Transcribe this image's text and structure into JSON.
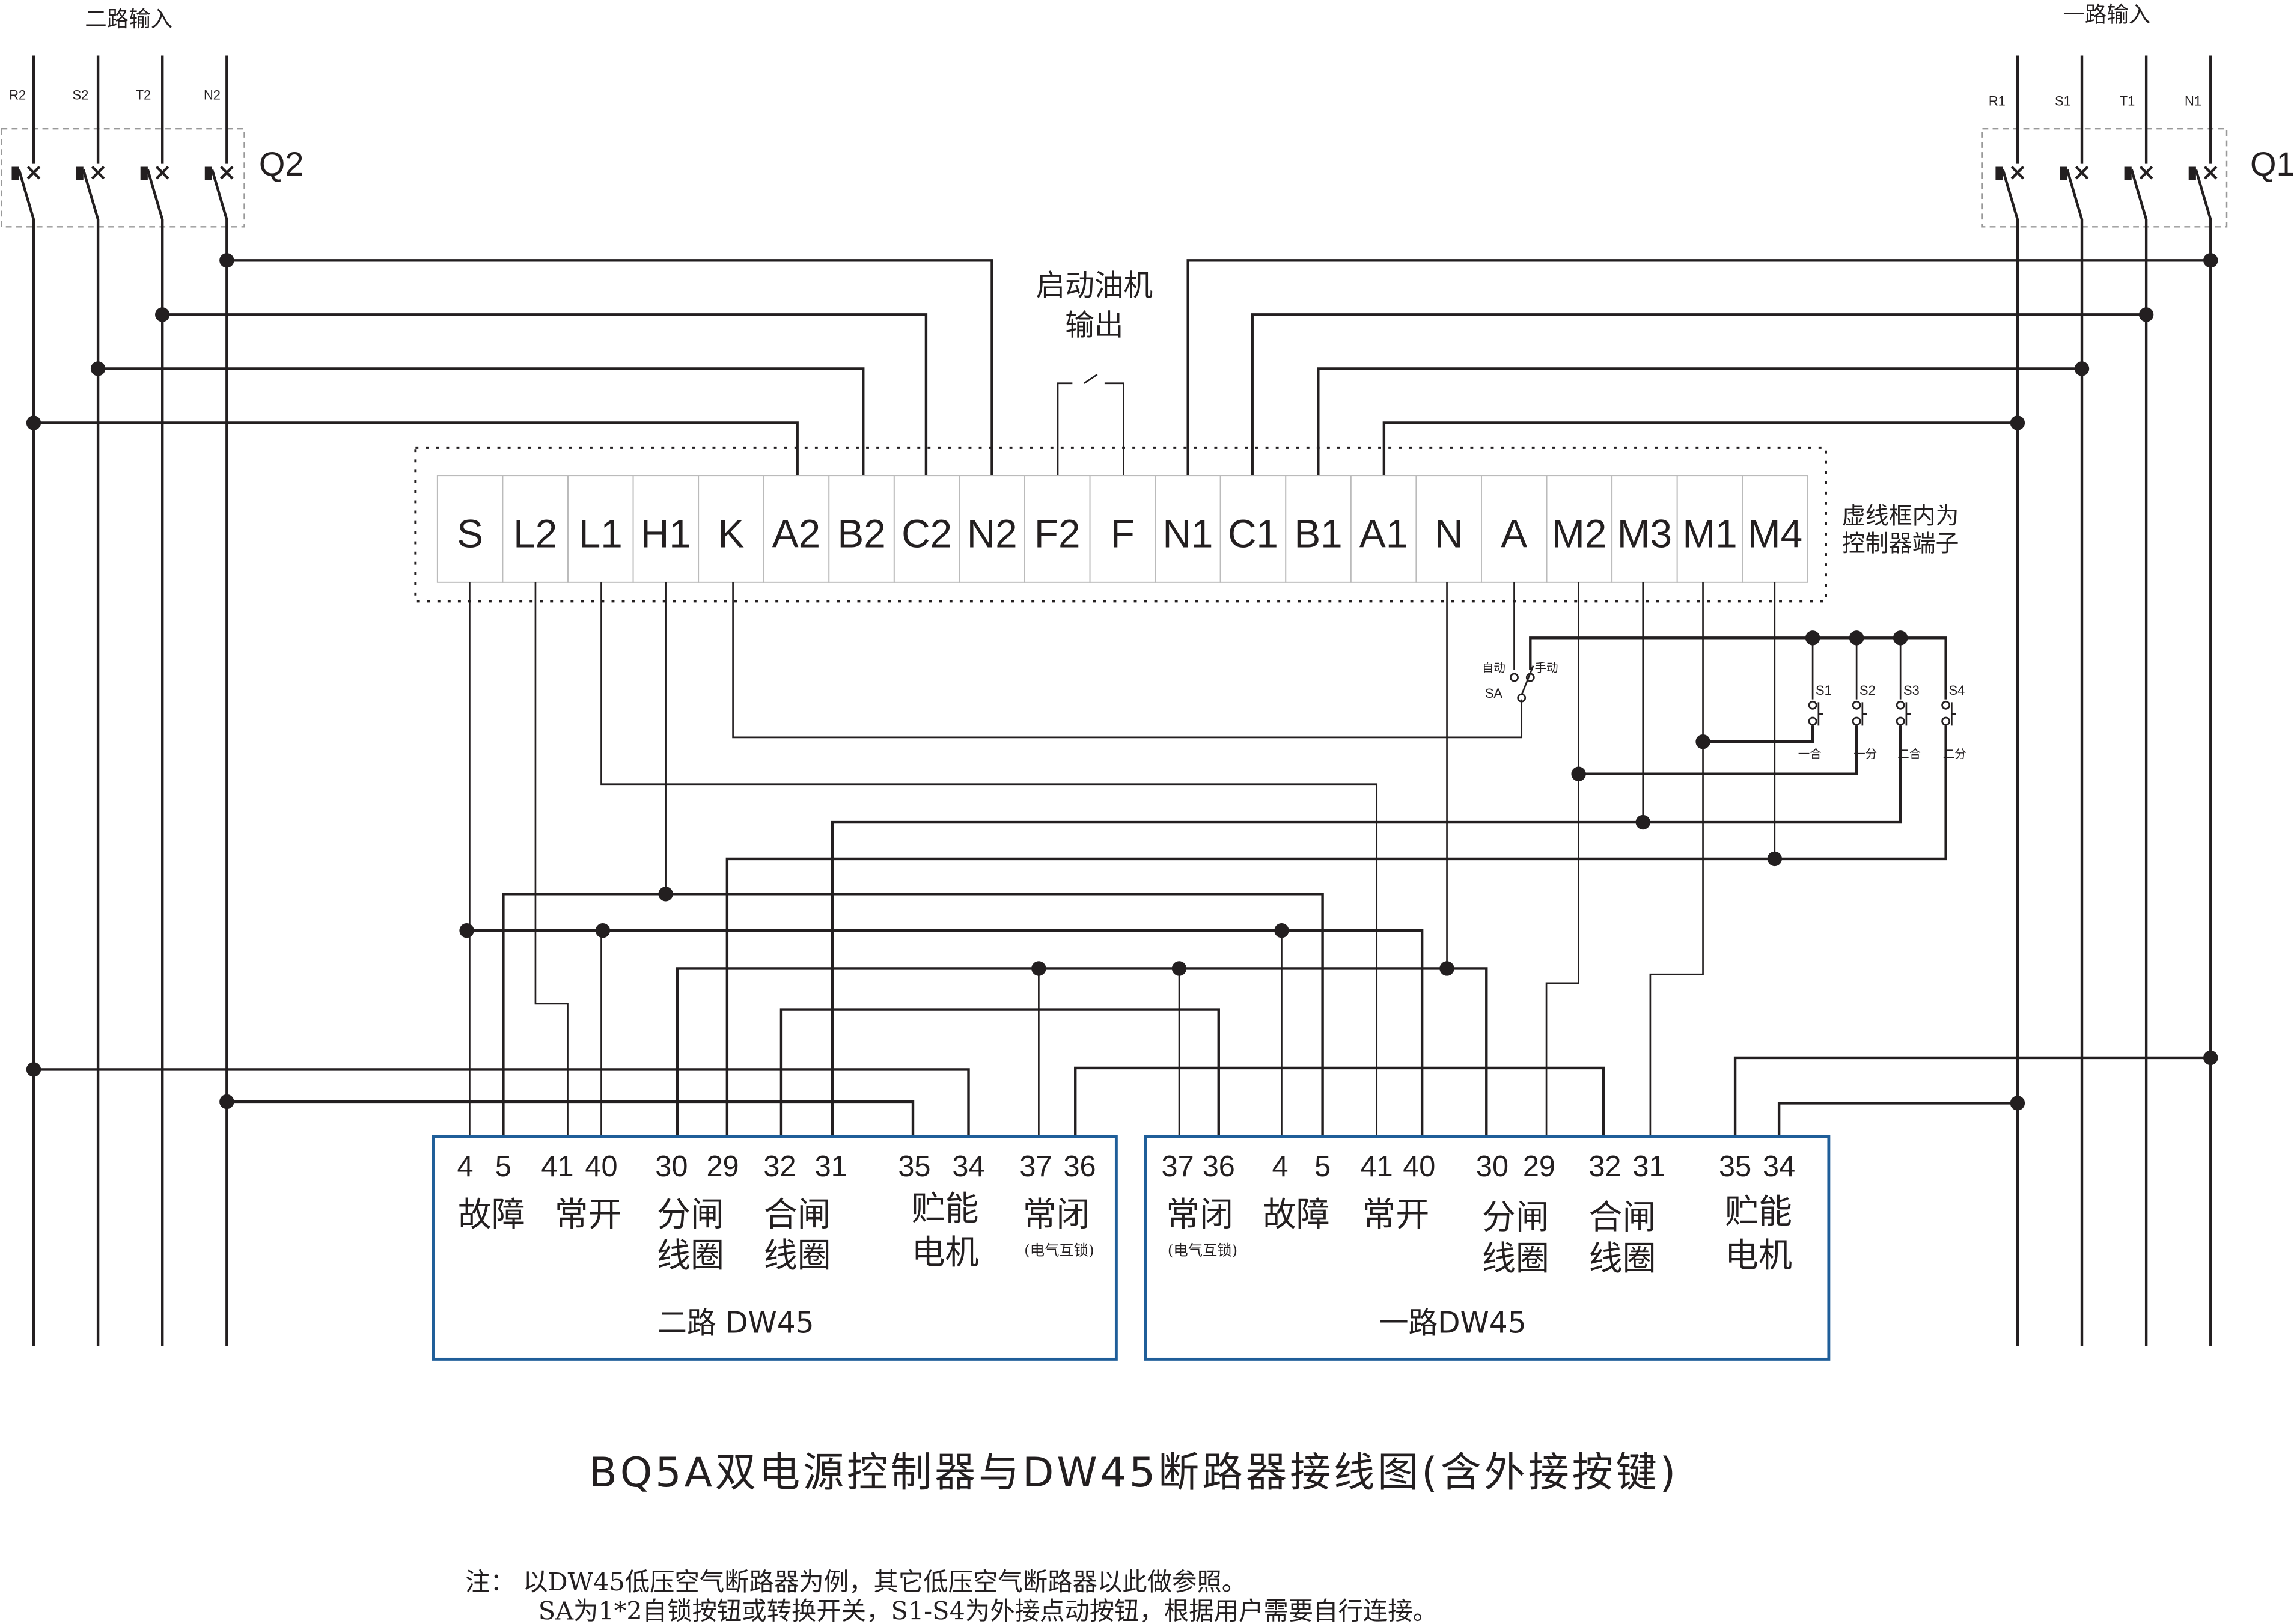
{
  "inputs": {
    "left_title": "二路输入",
    "right_title": "一路输入",
    "left_phases": [
      "R2",
      "S2",
      "T2",
      "N2"
    ],
    "right_phases": [
      "R1",
      "S1",
      "T1",
      "N1"
    ],
    "left_breaker": "Q2",
    "right_breaker": "Q1"
  },
  "generator": {
    "line1": "启动油机",
    "line2": "输出"
  },
  "terminals": {
    "labels": [
      "S",
      "L2",
      "L1",
      "H1",
      "K",
      "A2",
      "B2",
      "C2",
      "N2",
      "F2",
      "F",
      "N1",
      "C1",
      "B1",
      "A1",
      "N",
      "A",
      "M2",
      "M3",
      "M1",
      "M4"
    ],
    "note_line1": "虚线框内为",
    "note_line2": "控制器端子"
  },
  "selector": {
    "auto": "自动",
    "manual": "手动",
    "name": "SA"
  },
  "buttons": [
    {
      "name": "S1",
      "function": "一合"
    },
    {
      "name": "S2",
      "function": "一分"
    },
    {
      "name": "S3",
      "function": "二合"
    },
    {
      "name": "S4",
      "function": "二分"
    }
  ],
  "left_breaker_box": {
    "title": "二路 DW45",
    "pins": [
      "4",
      "5",
      "41",
      "40",
      "30",
      "29",
      "32",
      "31",
      "35",
      "34",
      "37",
      "36"
    ],
    "fault": "故障",
    "no": "常开",
    "trip1": "分闸",
    "trip2": "线圈",
    "close1": "合闸",
    "close2": "线圈",
    "motor1": "贮能",
    "motor2": "电机",
    "nc": "常闭",
    "interlock": "(电气互锁)"
  },
  "right_breaker_box": {
    "title": "一路DW45",
    "pins": [
      "37",
      "36",
      "4",
      "5",
      "41",
      "40",
      "30",
      "29",
      "32",
      "31",
      "35",
      "34"
    ],
    "nc": "常闭",
    "interlock": "(电气互锁)",
    "fault": "故障",
    "no": "常开",
    "trip1": "分闸",
    "trip2": "线圈",
    "close1": "合闸",
    "close2": "线圈",
    "motor1": "贮能",
    "motor2": "电机"
  },
  "title": "BQ5A双电源控制器与DW45断路器接线图(含外接按键)",
  "notes": {
    "line1": "注：  以DW45低压空气断路器为例，其它低压空气断路器以此做参照。",
    "line2": "SA为1*2自锁按钮或转换开关，S1-S4为外接点动按钮，根据用户需要自行连接。"
  }
}
